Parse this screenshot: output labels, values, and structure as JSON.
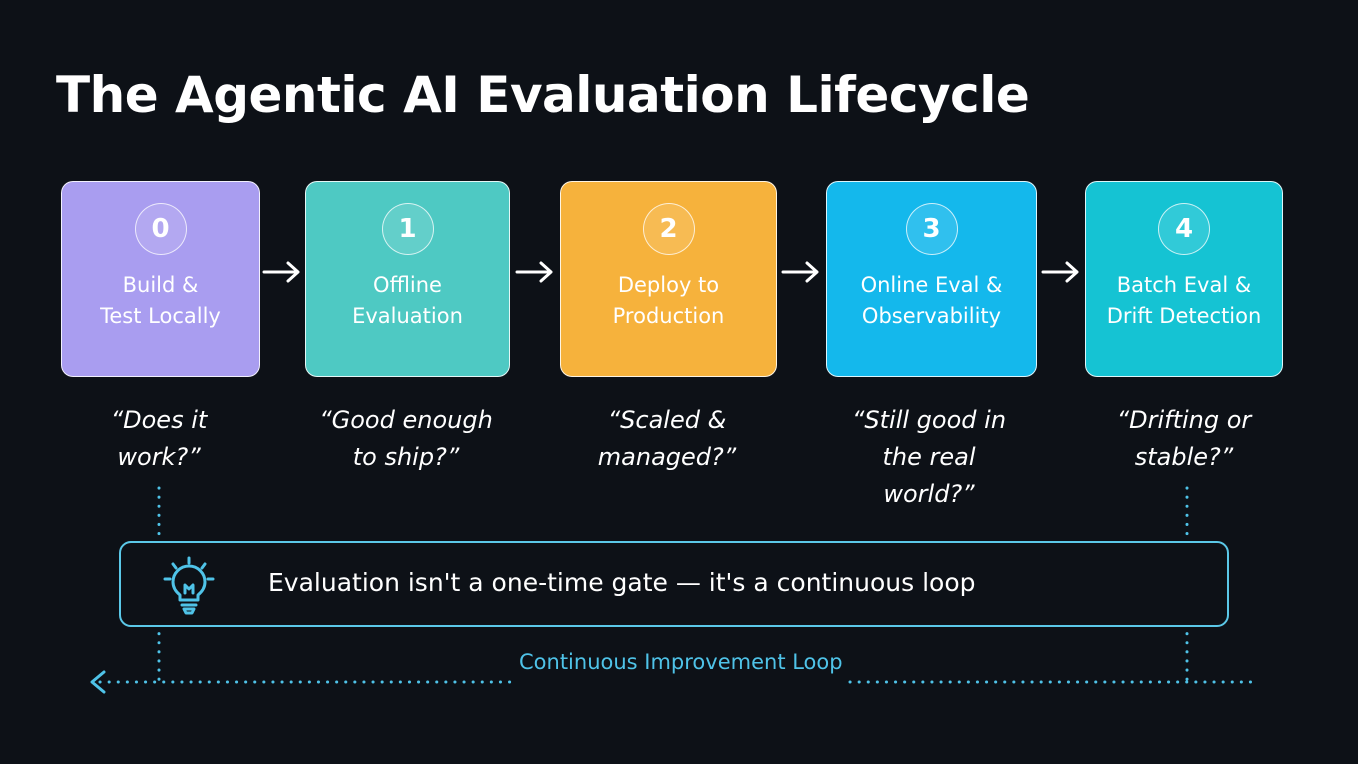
{
  "title": "The Agentic AI Evaluation Lifecycle",
  "stages": [
    {
      "number": "0",
      "label_lines": [
        "Build &",
        "Test Locally"
      ],
      "color": "#a99df0",
      "question_lines": [
        "“Does it",
        "work?”"
      ]
    },
    {
      "number": "1",
      "label_lines": [
        "Offline",
        "Evaluation"
      ],
      "color": "#4ec9c3",
      "question_lines": [
        "“Good enough",
        "to ship?”"
      ]
    },
    {
      "number": "2",
      "label_lines": [
        "Deploy to",
        "Production"
      ],
      "color": "#f6b23c",
      "question_lines": [
        "“Scaled &",
        "managed?”"
      ]
    },
    {
      "number": "3",
      "label_lines": [
        "Online Eval &",
        "Observability"
      ],
      "color": "#14b8ec",
      "question_lines": [
        "“Still good in",
        "the real",
        "world?”"
      ]
    },
    {
      "number": "4",
      "label_lines": [
        "Batch Eval &",
        "Drift Detection"
      ],
      "color": "#15c3d3",
      "question_lines": [
        "“Drifting or",
        "stable?”"
      ]
    }
  ],
  "banner": {
    "text": "Evaluation isn't a one-time gate — it's a continuous loop",
    "icon": "lightbulb-icon"
  },
  "loop_label": "Continuous Improvement Loop",
  "colors": {
    "background": "#0d1117",
    "accent": "#5bc8e8"
  }
}
